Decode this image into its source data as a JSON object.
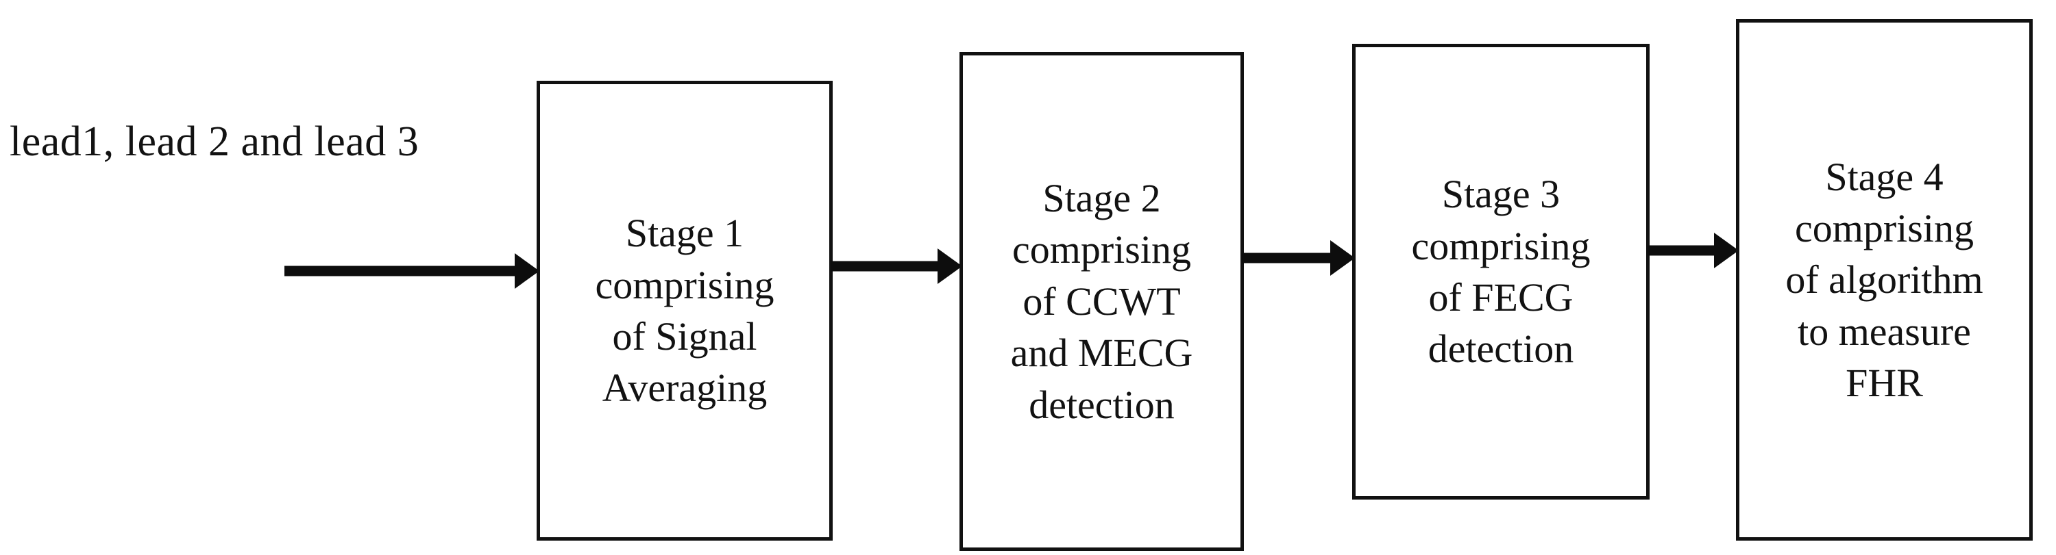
{
  "diagram": {
    "input_label": "lead1, lead 2 and lead 3",
    "stages": [
      {
        "id": "stage-1",
        "title": "Stage 1",
        "lines": [
          "Stage 1",
          "comprising",
          "of Signal",
          "Averaging"
        ]
      },
      {
        "id": "stage-2",
        "title": "Stage 2",
        "lines": [
          "Stage 2",
          "comprising",
          "of CCWT",
          "and MECG",
          "detection"
        ]
      },
      {
        "id": "stage-3",
        "title": "Stage 3",
        "lines": [
          "Stage 3",
          "comprising",
          "of FECG",
          "detection"
        ]
      },
      {
        "id": "stage-4",
        "title": "Stage 4",
        "lines": [
          "Stage 4",
          "comprising",
          "of algorithm",
          "to measure",
          "FHR"
        ]
      }
    ],
    "arrows": [
      {
        "id": "arrow-input",
        "from": "input-label",
        "to": "stage-1"
      },
      {
        "id": "arrow-1-2",
        "from": "stage-1",
        "to": "stage-2"
      },
      {
        "id": "arrow-2-3",
        "from": "stage-2",
        "to": "stage-3"
      },
      {
        "id": "arrow-3-4",
        "from": "stage-3",
        "to": "stage-4"
      }
    ],
    "colors": {
      "background": "#ffffff",
      "stroke": "#111111",
      "text": "#121212",
      "arrow": "#0d0d0d"
    }
  }
}
